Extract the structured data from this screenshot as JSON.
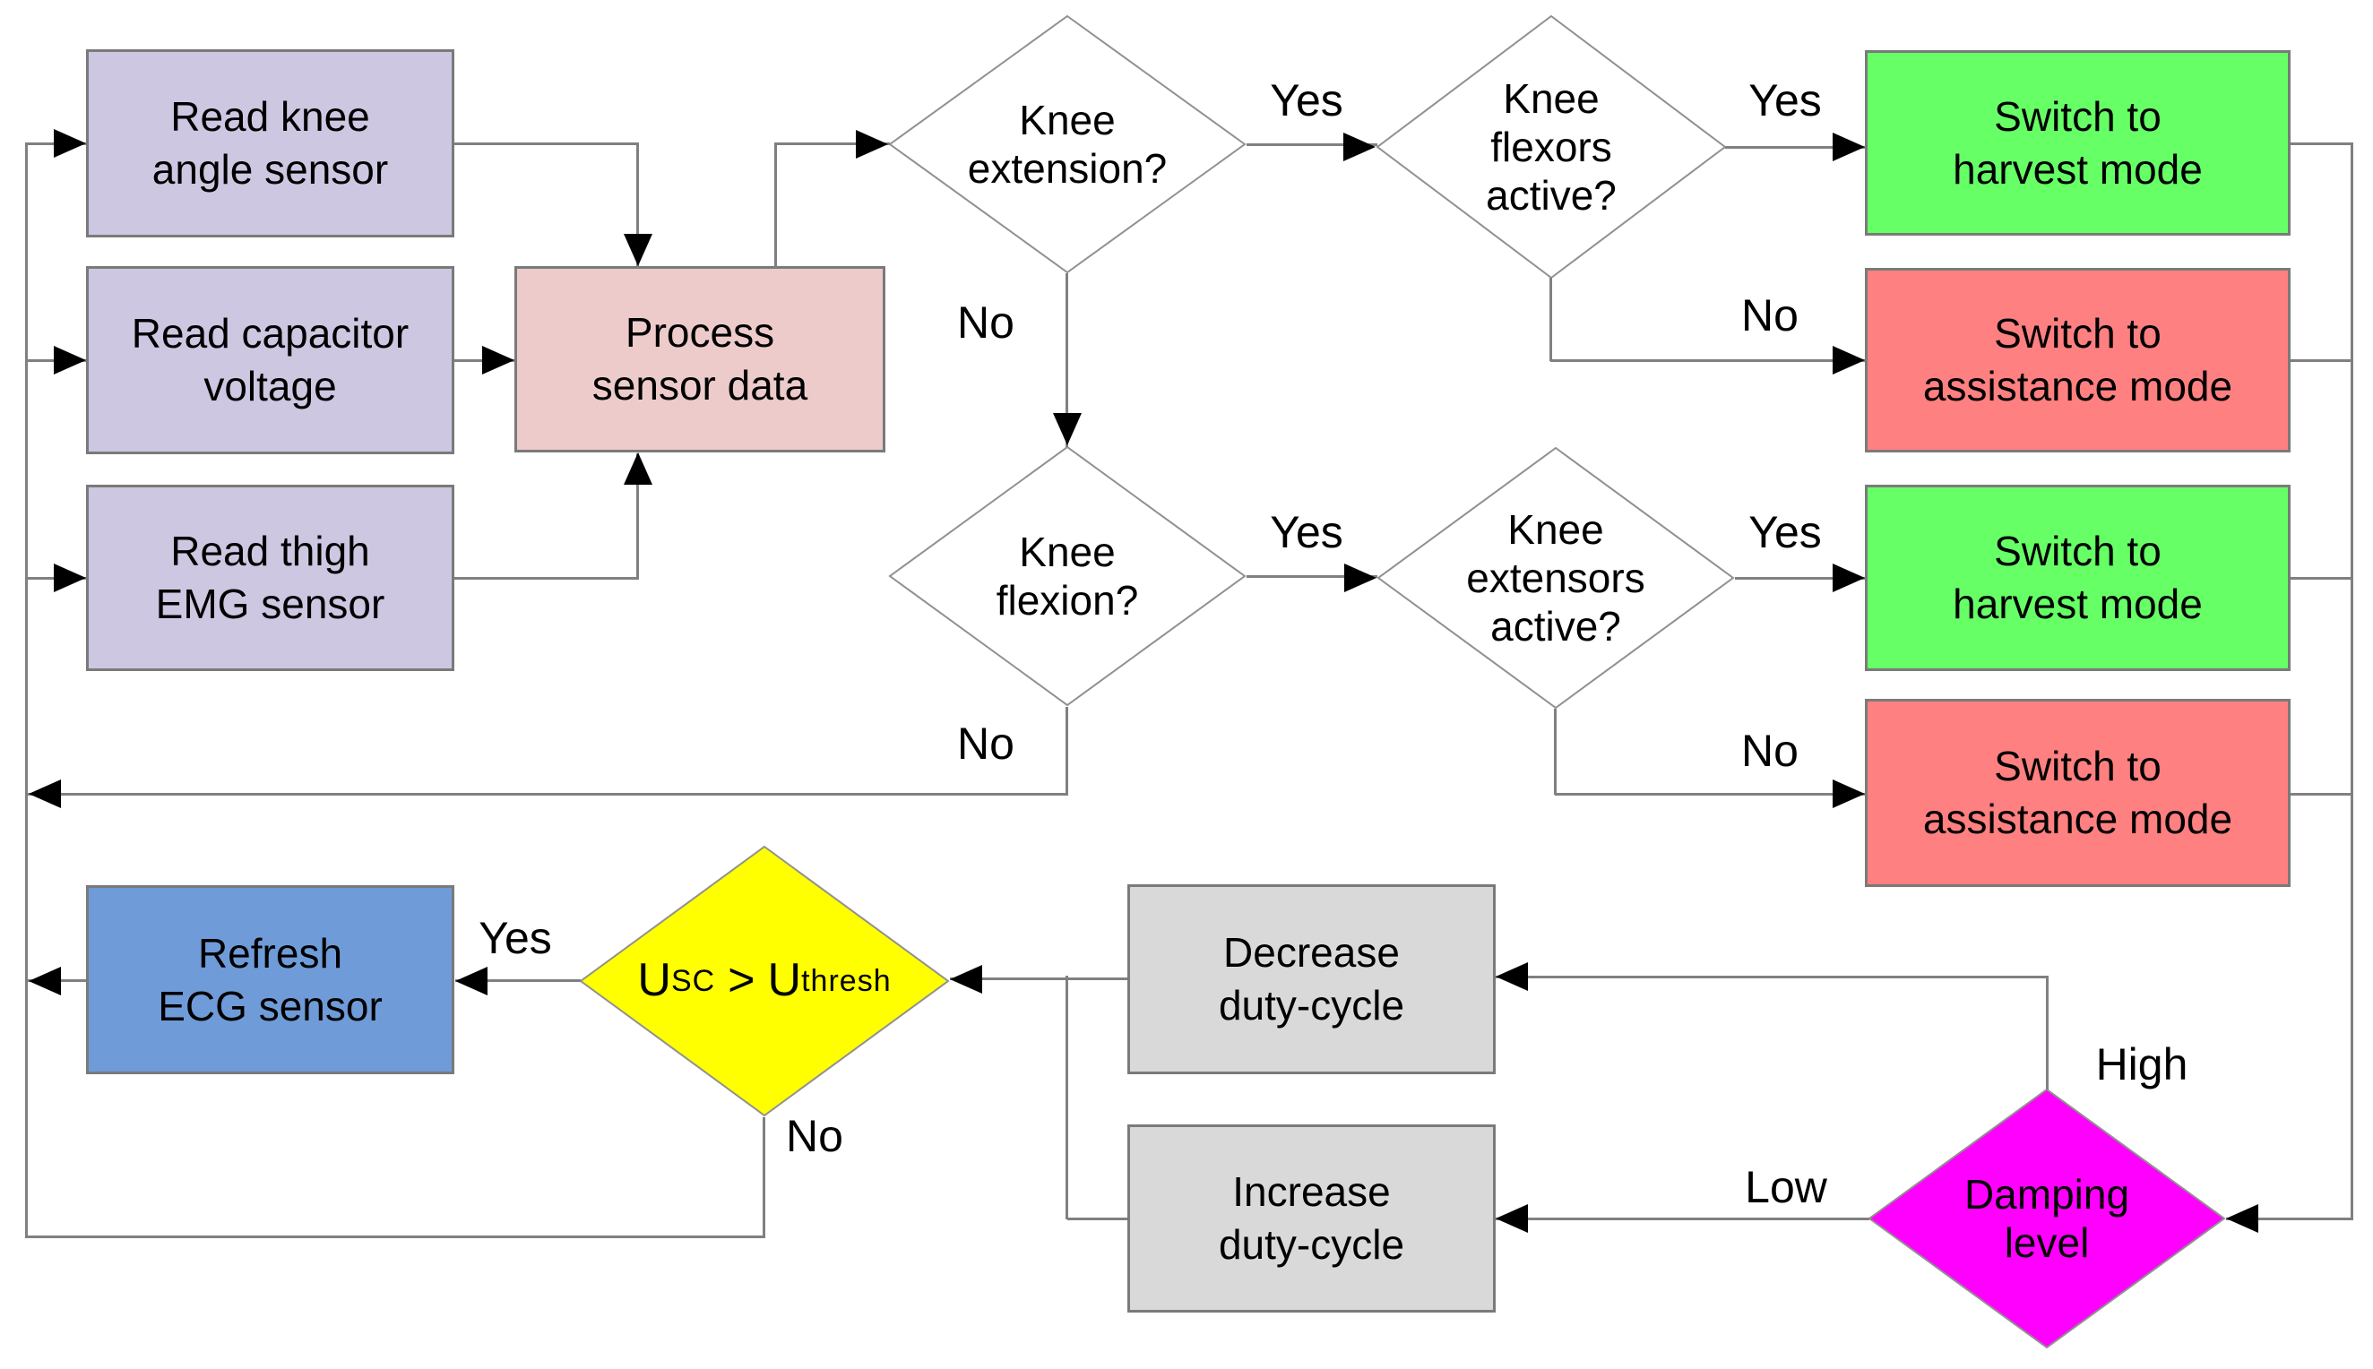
{
  "nodes": {
    "read_knee_angle": "Read knee\nangle sensor",
    "read_capacitor_voltage": "Read capacitor\nvoltage",
    "read_thigh_emg": "Read thigh\nEMG sensor",
    "process_sensor_data": "Process\nsensor data",
    "knee_extension": "Knee\nextension?",
    "knee_flexors_active": "Knee\nflexors\nactive?",
    "switch_harvest_top": "Switch to\nharvest mode",
    "switch_assistance_top": "Switch to\nassistance mode",
    "knee_flexion": "Knee\nflexion?",
    "knee_extensors_active": "Knee\nextensors\nactive?",
    "switch_harvest_bottom": "Switch to\nharvest mode",
    "switch_assistance_bottom": "Switch to\nassistance mode",
    "refresh_ecg": "Refresh\nECG sensor",
    "decrease_duty_cycle": "Decrease\nduty-cycle",
    "increase_duty_cycle": "Increase\nduty-cycle",
    "damping_level": "Damping\nlevel",
    "usc_condition": {
      "base1": "U",
      "sub1": "SC",
      "operator": ">",
      "base2": "U",
      "sub2": "thresh"
    }
  },
  "edge_labels": {
    "knee_extension_yes": "Yes",
    "knee_extension_no": "No",
    "knee_flexors_yes": "Yes",
    "knee_flexors_no": "No",
    "knee_flexion_yes": "Yes",
    "knee_flexion_no": "No",
    "knee_extensors_yes": "Yes",
    "knee_extensors_no": "No",
    "usc_yes": "Yes",
    "usc_no": "No",
    "damping_high": "High",
    "damping_low": "Low"
  },
  "colors": {
    "canvas": "#ffffff",
    "sensor_box": "#cdc7e1",
    "process_box": "#eccbca",
    "harvest_box": "#66ff66",
    "assistance_box": "#ff8080",
    "ecg_box": "#6f9bd8",
    "duty_box": "#d9d9d9",
    "decision_diamond": "#ffffff",
    "usc_diamond": "#ffff00",
    "damping_diamond": "#ff00ff",
    "box_border": "#7a7a7a",
    "diamond_border": "#909090",
    "line": "#808080",
    "arrow": "#000000",
    "text": "#000000"
  }
}
